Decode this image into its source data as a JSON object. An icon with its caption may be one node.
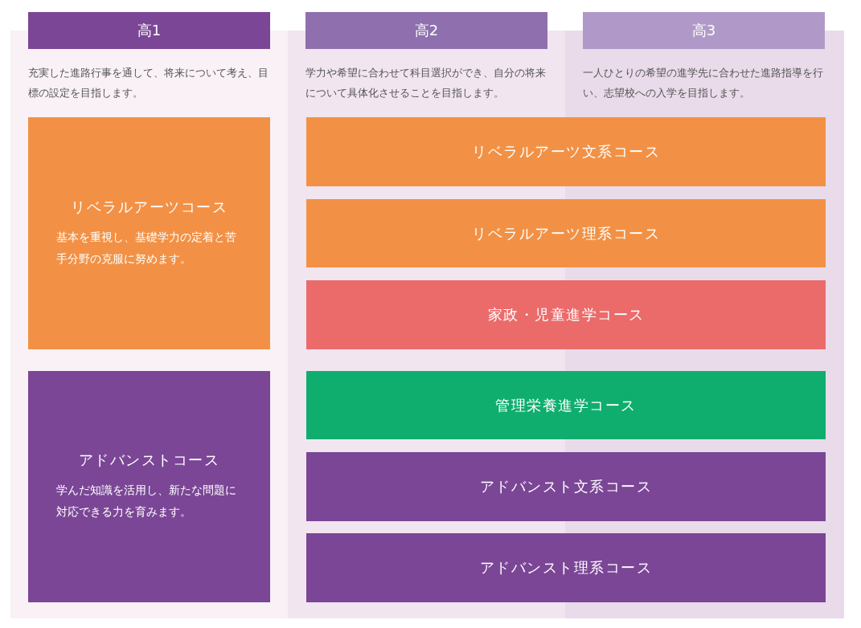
{
  "diagram": {
    "nodes": [
      {
        "text": [
          "高1"
        ],
        "beside": [
          "充実した進路行事を通して、将来について考え、目標の設定を目指します。"
        ]
      },
      {
        "text": [
          "高2"
        ],
        "beside": [
          "学力や希望に合わせて科目選択ができ、自分の将来について具体化させることを目指します。"
        ]
      },
      {
        "text": [
          "高3"
        ],
        "beside": [
          "一人ひとりの希望の進学先に合わせた進路指導を行い、志望校への入学を目指します。"
        ]
      },
      {
        "text": [
          "リベラルアーツコース",
          "基本を重視し、基礎学力の定着と苦手分野の克服に努めます。"
        ]
      },
      {
        "text": [
          "リベラルアーツ文系コース"
        ]
      },
      {
        "text": [
          "リベラルアーツ理系コース"
        ]
      },
      {
        "text": [
          "家政・児童進学コース"
        ]
      },
      {
        "text": [
          "アドバンストコース",
          "学んだ知識を活用し、新たな問題に対応できる力を育みます。"
        ]
      },
      {
        "text": [
          "管理栄養進学コース"
        ]
      },
      {
        "text": [
          "アドバンスト文系コース"
        ]
      },
      {
        "text": [
          "アドバンスト理系コース"
        ]
      }
    ]
  }
}
